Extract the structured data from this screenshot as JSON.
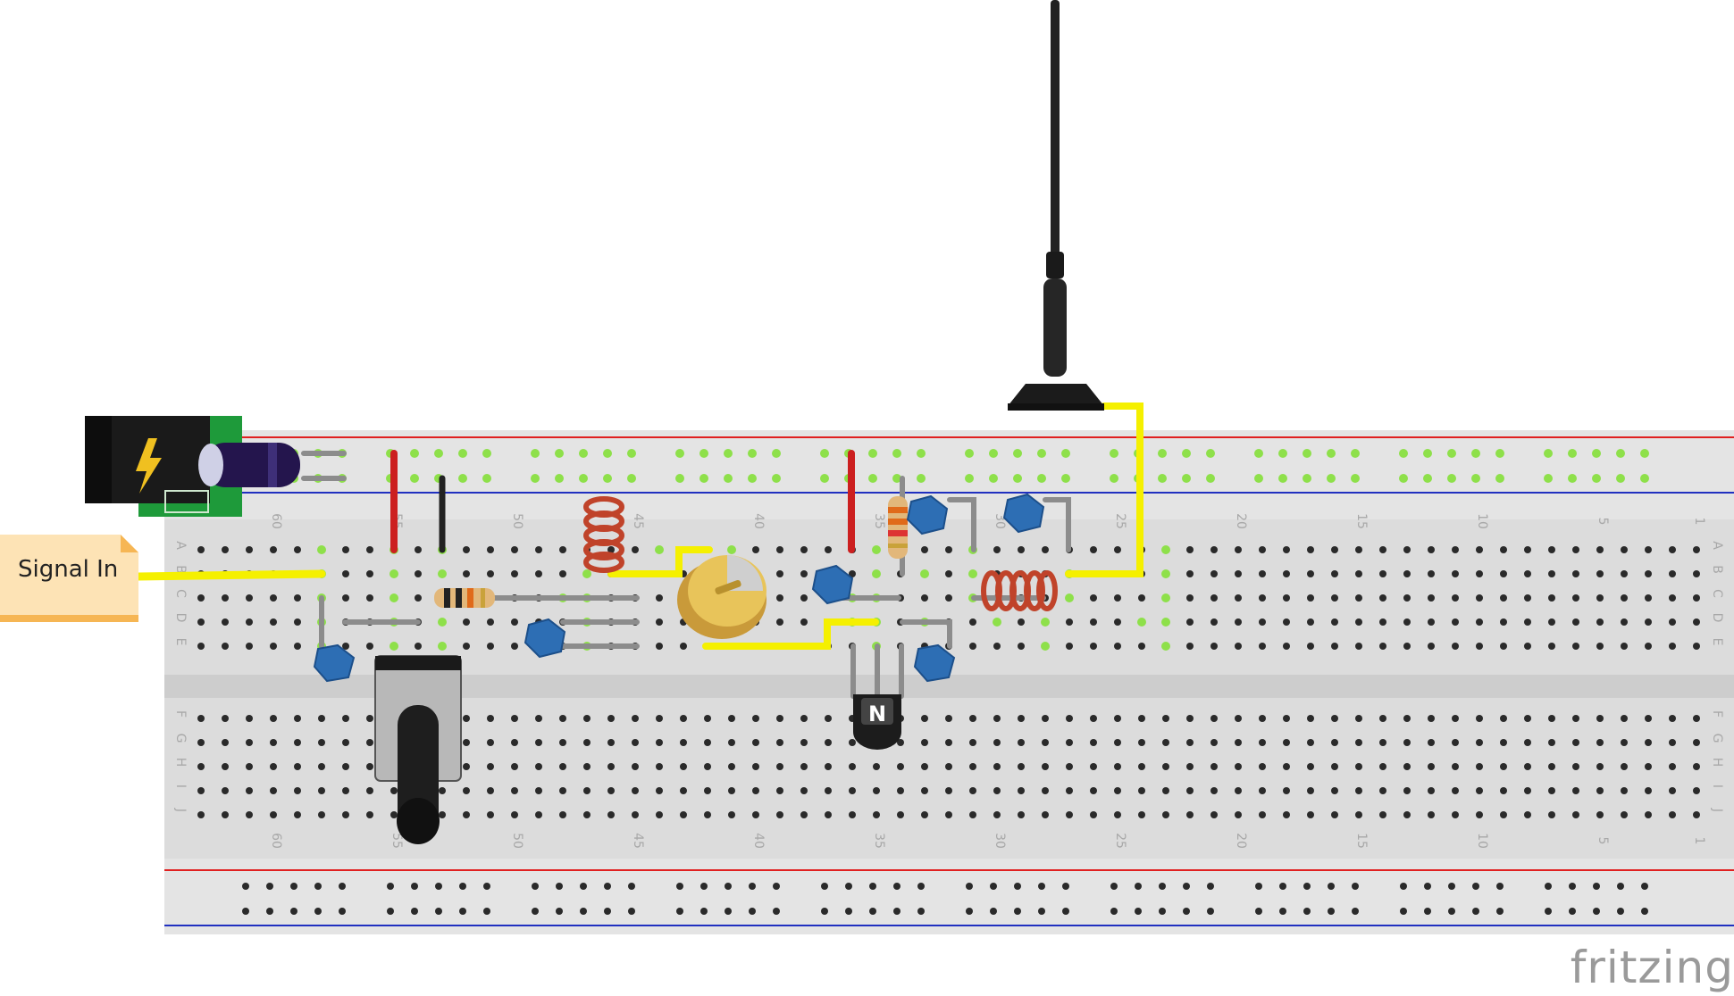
{
  "note": {
    "label": "Signal In"
  },
  "brand": {
    "logo_text": "fritzing"
  },
  "breadboard": {
    "row_letters_top": [
      "A",
      "B",
      "C",
      "D",
      "E"
    ],
    "row_letters_bottom": [
      "F",
      "G",
      "H",
      "I",
      "J"
    ],
    "column_numbers": [
      "60",
      "55",
      "50",
      "45",
      "40",
      "35",
      "30",
      "25",
      "20",
      "15",
      "10",
      "5",
      "1"
    ]
  },
  "components": {
    "transistor_marking": "N"
  },
  "colors": {
    "board": "#dcdcdc",
    "rail_red": "#e02020",
    "rail_blue": "#2030c0",
    "wire_yellow": "#f5f000",
    "wire_grey": "#8c8c8c",
    "capacitor_blue": "#2d6eb4",
    "coil_copper": "#c0432a",
    "active_hole": "#8ee04a"
  }
}
